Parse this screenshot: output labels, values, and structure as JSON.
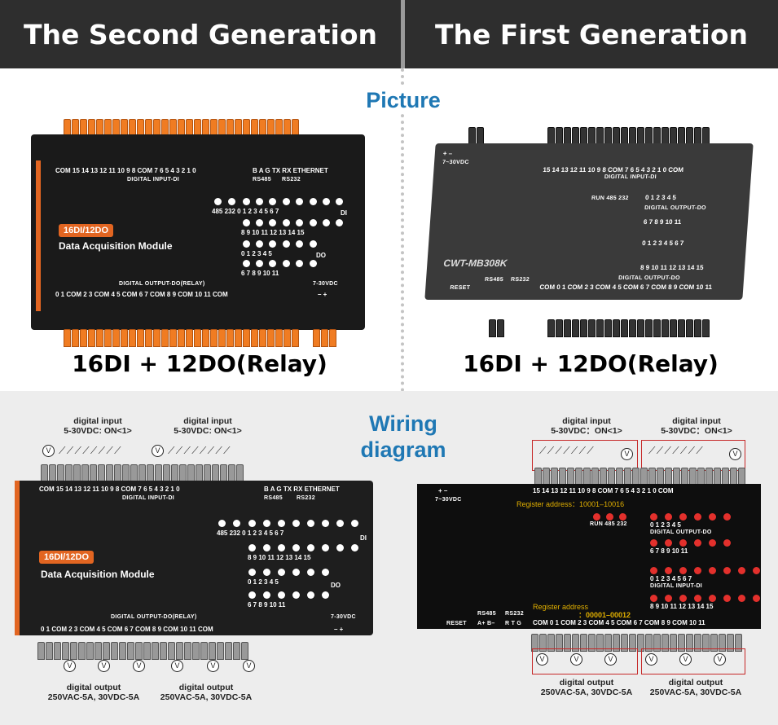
{
  "header": {
    "left": "The Second Generation",
    "right": "The First Generation"
  },
  "sections": {
    "picture": "Picture",
    "wiring_line1": "Wiring",
    "wiring_line2": "diagram"
  },
  "captions": {
    "left": "16DI + 12DO(Relay)",
    "right": "16DI + 12DO(Relay)"
  },
  "gen2": {
    "di_row": "COM 15  14  13  12  11  10  9   8  COM 7   6   5   4   3   2   1   0",
    "bus_row": "B   A   G   TX  RX  ETHERNET",
    "rs485": "RS485",
    "rs232": "RS232",
    "di_caption": "DIGITAL INPUT-DI",
    "do_caption": "DIGITAL OUTPUT-DO(RELAY)",
    "do_row": "0   1  COM 2   3  COM 4   5  COM 6   7  COM 8   9  COM 10  11 COM",
    "power": "7-30VDC",
    "power_pm": "–   +",
    "tag": "16DI/12DO",
    "title": "Data Acquisition Module",
    "led_row1": "485 232  0    1    2    3    4    5    6    7",
    "led_row2": "8    9   10   11   12   13   14   15",
    "led_row3": "0    1    2    3    4    5",
    "led_row4": "6    7    8    9   10   11",
    "di_mark": "DI",
    "do_mark": "DO"
  },
  "gen1": {
    "model": "CWT-MB308K",
    "di_row": "15  14  13  12  11  10  9   8  COM 7   6   5   4   3   2   1   0  COM",
    "di_caption": "DIGITAL INPUT-DI",
    "do_caption": "DIGITAL OUTPUT-DO",
    "run_row": "RUN  485  232",
    "do_led_row1": "0    1    2    3    4    5",
    "do_led_row2": "6    7    8    9   10   11",
    "di_led_row1": "0    1    2    3    4    5    6    7",
    "di_led_row2": "8    9   10   11   12   13   14   15",
    "power": "7~30VDC",
    "power_pm": "+   –",
    "reset": "RESET",
    "rs485": "RS485",
    "rs485_pins": "A+  B–",
    "rs232": "RS232",
    "rs232_pins": "R   T   G",
    "do_row": "COM  0   1  COM  2   3  COM  4   5  COM  6   7  COM  8   9  COM 10  11",
    "reg_di": "Register address：10001–10016",
    "reg_do_label": "Register address",
    "reg_do": "：00001–00012"
  },
  "wiring": {
    "di_label_line1": "digital input",
    "di_label_line2": "5-30VDC: ON<1>",
    "di_label_line2_alt": "5-30VDC：ON<1>",
    "do_label_line1": "digital output",
    "do_label_line2": "250VAC-5A, 30VDC-5A",
    "v_symbol": "V"
  }
}
